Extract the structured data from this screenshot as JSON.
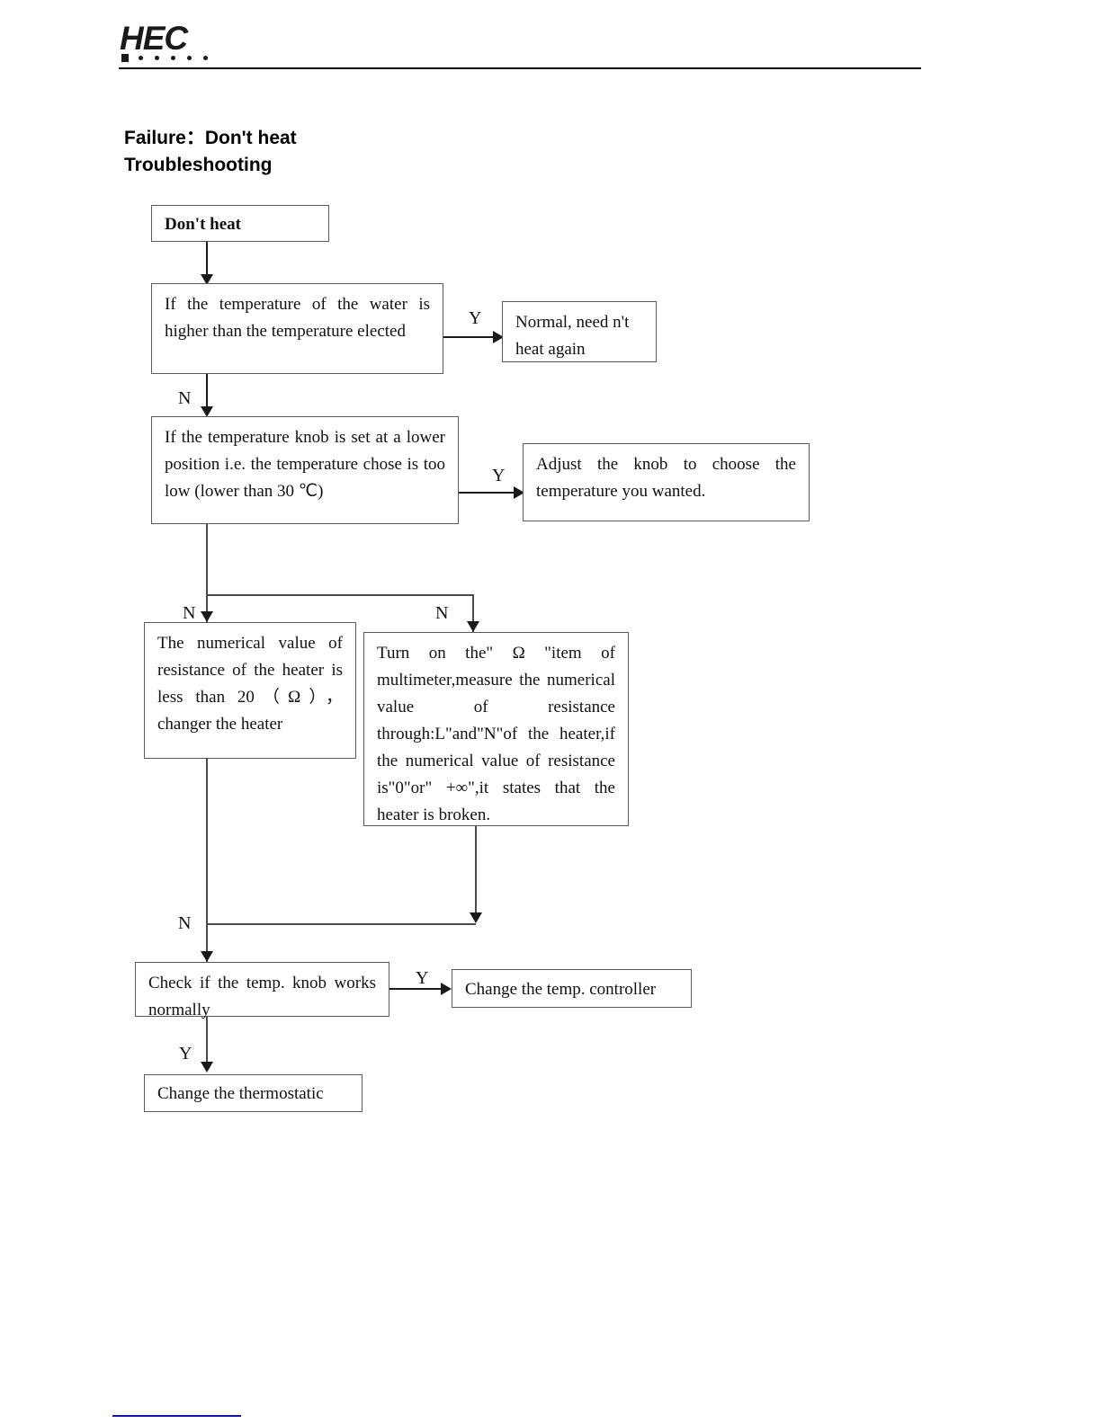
{
  "header": {
    "logo_text": "HEC",
    "logo_dot_count": 6
  },
  "title": {
    "text": "Failure：Don't heat\nTroubleshooting"
  },
  "flowchart": {
    "nodes": {
      "start": "Don't heat",
      "check_water_temp": "If the temperature of the water is higher than the temperature elected",
      "normal_no_reheat": "Normal, need n't heat again",
      "check_knob_low": "If the temperature knob is set at a lower position i.e. the temperature chose is too low (lower than 30 ℃)",
      "adjust_knob": "Adjust the knob to choose the temperature you wanted.",
      "resistance_low": "The numerical value of resistance of the heater is less than 20（Ω），changer the heater",
      "measure_multimeter": "Turn on the\" Ω \"item of multimeter,measure the numerical value of resistance through:L\"and\"N\"of the heater,if the numerical value of resistance is\"0\"or\" +∞\",it states that the heater is broken.",
      "check_knob_works": "Check if the temp. knob works normally",
      "change_controller": "Change the temp. controller",
      "change_thermostatic": "Change the thermostatic"
    },
    "edge_labels": {
      "y1": "Y",
      "n1": "N",
      "y2": "Y",
      "n2a": "N",
      "n2b": "N",
      "n3": "N",
      "y4": "Y",
      "y5": "Y"
    }
  },
  "footer": {
    "rule_color": "#18188c"
  }
}
